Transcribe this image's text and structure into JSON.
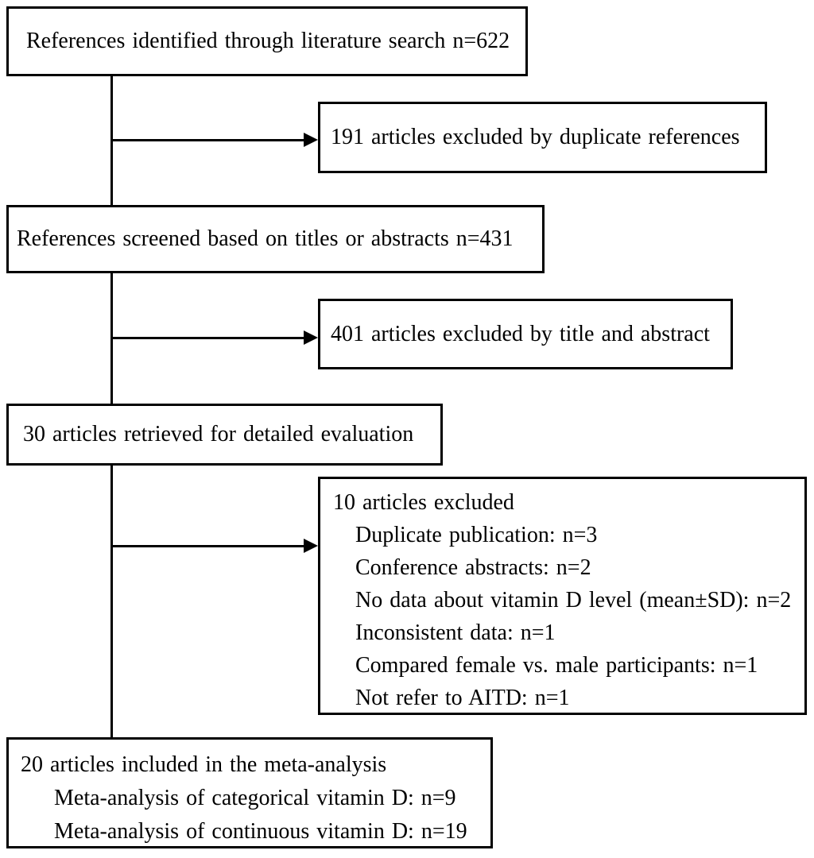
{
  "diagram": {
    "colors": {
      "background": "#ffffff",
      "box_border": "#000000",
      "text": "#000000",
      "connector": "#000000"
    },
    "boxes": {
      "identified": {
        "text": "References identified through literature search n=622"
      },
      "excluded_duplicates": {
        "text": "191 articles excluded by duplicate references"
      },
      "screened": {
        "text": "References screened based on titles or abstracts n=431"
      },
      "excluded_title_abstract": {
        "text": "401 articles excluded by title and abstract"
      },
      "retrieved": {
        "text": "30 articles retrieved for detailed evaluation"
      },
      "excluded_detailed": {
        "title": "10 articles excluded",
        "reasons": [
          "Duplicate publication: n=3",
          "Conference abstracts: n=2",
          "No data about vitamin D level (mean±SD): n=2",
          "Inconsistent data: n=1",
          "Compared female vs. male participants: n=1",
          "Not refer to AITD: n=1"
        ]
      },
      "included": {
        "title": "20 articles included in the meta-analysis",
        "details": [
          "Meta-analysis of categorical vitamin D: n=9",
          "Meta-analysis of continuous vitamin D: n=19"
        ]
      }
    }
  }
}
